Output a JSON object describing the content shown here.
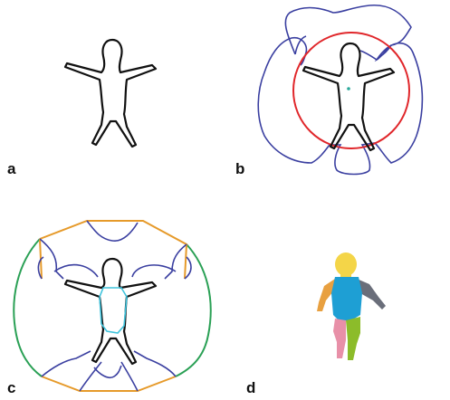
{
  "panels": [
    {
      "id": "a",
      "label": "a"
    },
    {
      "id": "b",
      "label": "b"
    },
    {
      "id": "c",
      "label": "c"
    },
    {
      "id": "d",
      "label": "d"
    }
  ],
  "colors": {
    "silhouette": "#111111",
    "blue_contour": "#3a3fa0",
    "circle": "#e0262a",
    "center_point": "#2aa89a",
    "hull_orange": "#e69a2a",
    "hull_green": "#2aa055",
    "torso_outline": "#3ec3dc",
    "head": "#f4d548",
    "torso": "#1e9fd4",
    "arm_left": "#e8a040",
    "arm_right": "#6a6e7a",
    "leg_left": "#e890a8",
    "leg_right": "#8cbc2a"
  }
}
